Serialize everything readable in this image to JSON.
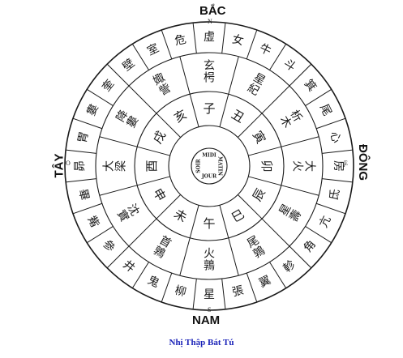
{
  "directions": {
    "north": "BẮC",
    "south": "NAM",
    "west": "TÂY",
    "east": "ĐÔNG"
  },
  "compass_letters": {
    "north": "N",
    "south": "S",
    "west": "O",
    "east": "E"
  },
  "center_labels": [
    "MIDI",
    "JOUR",
    "SOIR",
    "MATIN"
  ],
  "caption": "Nhị Thập Bát Tú",
  "rings": {
    "inner_branches": [
      "子",
      "丑",
      "寅",
      "卯",
      "辰",
      "巳",
      "午",
      "未",
      "申",
      "酉",
      "戌",
      "亥"
    ],
    "middle_signs": [
      "玄枵",
      "星紀",
      "析木",
      "大火",
      "壽星",
      "鶉尾",
      "鶉火",
      "鶉首",
      "實沈",
      "大梁",
      "降婁",
      "娵訾"
    ],
    "outer_mansions": [
      "虛",
      "女",
      "牛",
      "斗",
      "箕",
      "尾",
      "心",
      "房",
      "氐",
      "亢",
      "角",
      "軫",
      "翼",
      "張",
      "星",
      "柳",
      "鬼",
      "井",
      "參",
      "觜",
      "畢",
      "昴",
      "胃",
      "婁",
      "奎",
      "壁",
      "室",
      "危"
    ]
  },
  "colors": {
    "ink": "#1a1a1a",
    "caption": "#1a22b8"
  }
}
